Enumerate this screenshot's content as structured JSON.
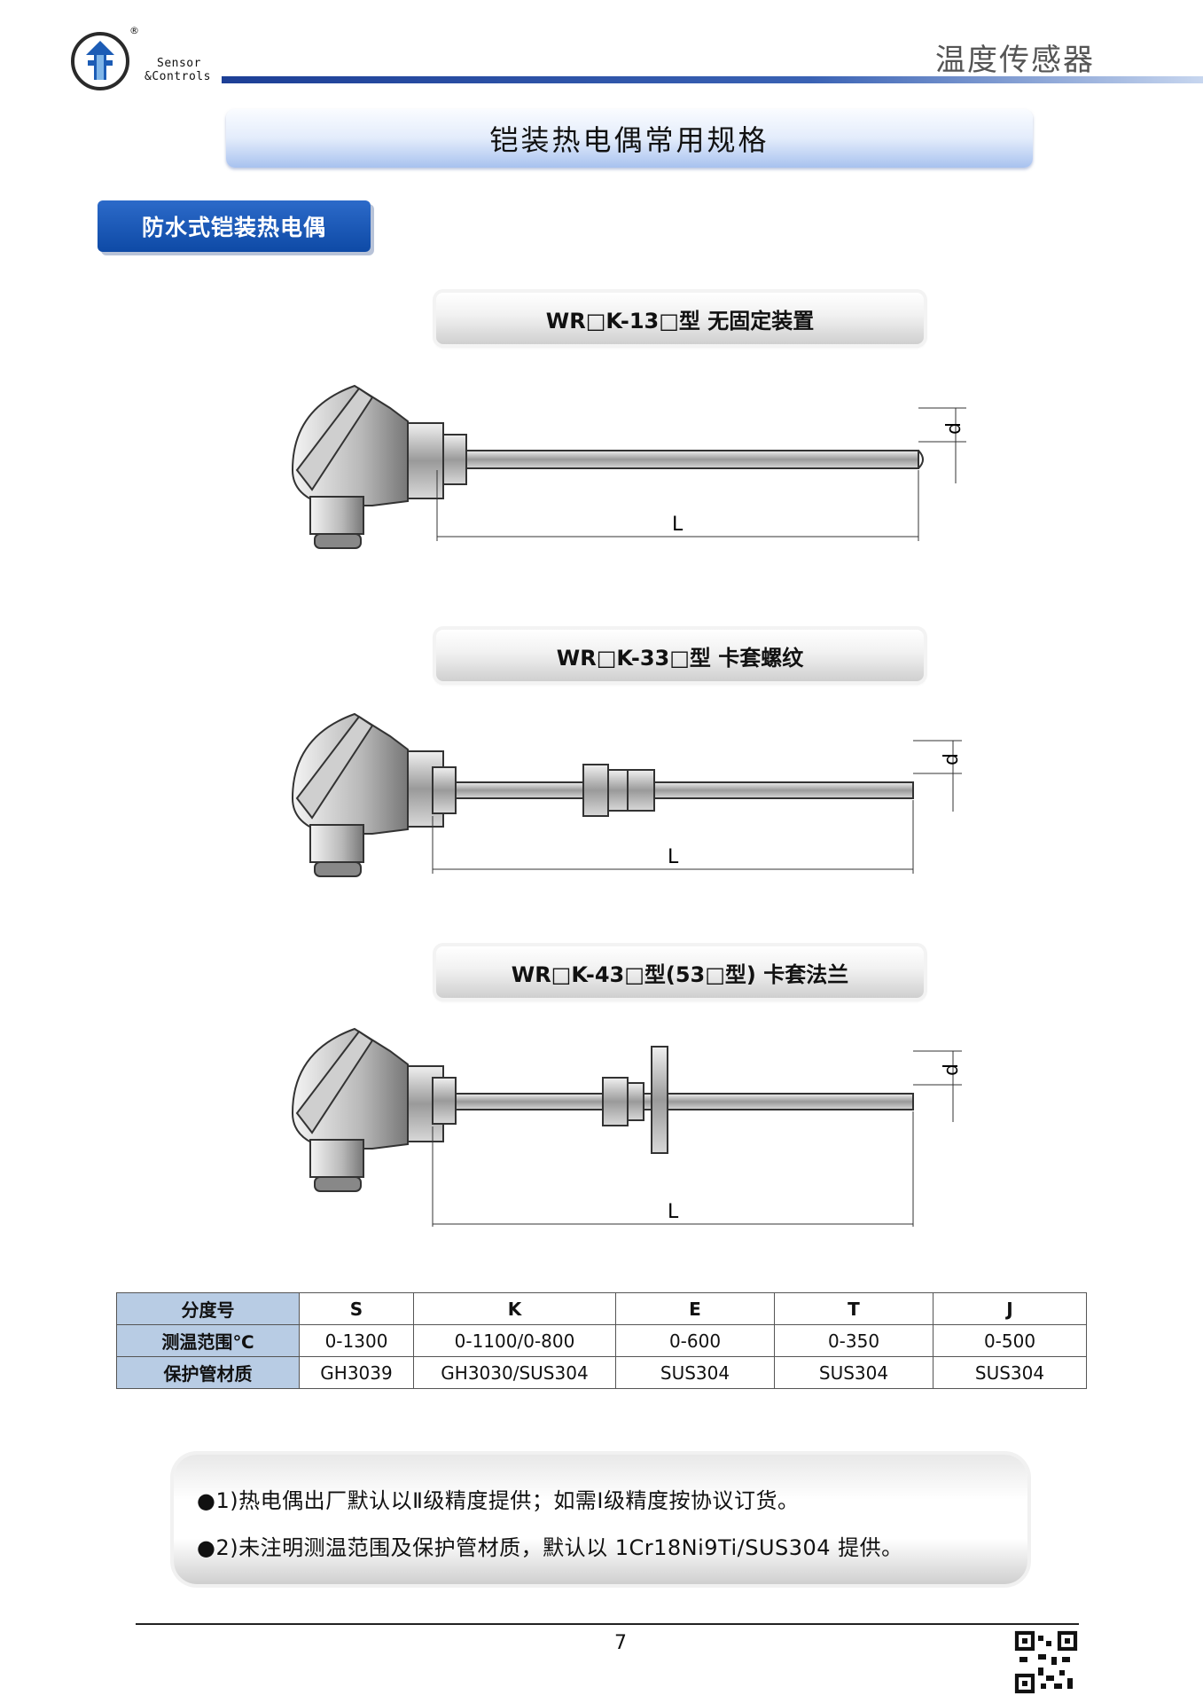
{
  "header": {
    "logo_reg": "®",
    "logo_line1": "Sensor",
    "logo_line2": "&Controls",
    "title": "温度传感器"
  },
  "page_title": "铠装热电偶常用规格",
  "section": "防水式铠装热电偶",
  "models": [
    {
      "label": "WR□K-13□型   无固定装置",
      "dim_d": "d",
      "dim_l": "L"
    },
    {
      "label": "WR□K-33□型   卡套螺纹",
      "dim_d": "d",
      "dim_l": "L"
    },
    {
      "label": "WR□K-43□型(53□型)   卡套法兰",
      "dim_d": "d",
      "dim_l": "L"
    }
  ],
  "table": {
    "row_headers": [
      "分度号",
      "测温范围℃",
      "保护管材质"
    ],
    "columns": [
      "S",
      "K",
      "E",
      "T",
      "J"
    ],
    "ranges": [
      "0-1300",
      "0-1100/0-800",
      "0-600",
      "0-350",
      "0-500"
    ],
    "materials": [
      "GH3039",
      "GH3030/SUS304",
      "SUS304",
      "SUS304",
      "SUS304"
    ]
  },
  "notes": [
    "1)热电偶出厂默认以Ⅱ级精度提供；如需Ⅰ级精度按协议订货。",
    "2)未注明测温范围及保护管材质，默认以 1Cr18Ni9Ti/SUS304 提供。"
  ],
  "note_bullet": "●",
  "page_number": "7"
}
